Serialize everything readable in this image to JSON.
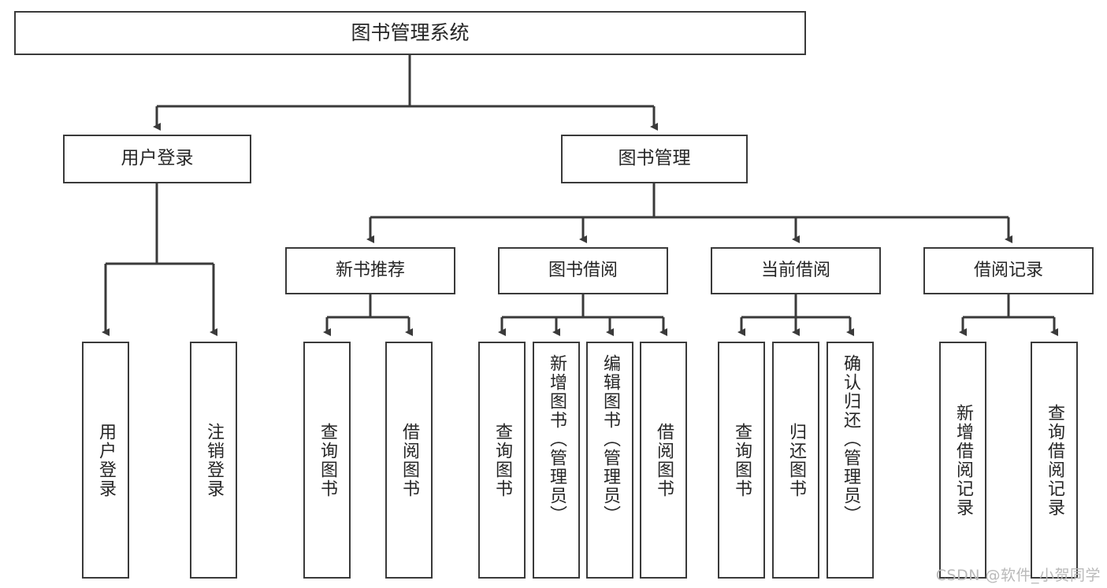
{
  "diagram": {
    "title": "图书管理系统",
    "type": "tree-hierarchy-chart",
    "root": {
      "id": "root",
      "label": "图书管理系统"
    },
    "level1": [
      {
        "id": "user-login",
        "label": "用户登录"
      },
      {
        "id": "book-manage",
        "label": "图书管理"
      }
    ],
    "level2": [
      {
        "id": "new-book-rec",
        "label": "新书推荐",
        "parent": "book-manage"
      },
      {
        "id": "book-borrow",
        "label": "图书借阅",
        "parent": "book-manage"
      },
      {
        "id": "current-borrow",
        "label": "当前借阅",
        "parent": "book-manage"
      },
      {
        "id": "borrow-record",
        "label": "借阅记录",
        "parent": "book-manage"
      }
    ],
    "leaves": [
      {
        "id": "leaf-user-login",
        "label": "用户登录",
        "parent": "user-login"
      },
      {
        "id": "leaf-logout",
        "label": "注销登录",
        "parent": "user-login"
      },
      {
        "id": "leaf-query-book-1",
        "label": "查询图书",
        "parent": "new-book-rec"
      },
      {
        "id": "leaf-borrow-book-1",
        "label": "借阅图书",
        "parent": "new-book-rec"
      },
      {
        "id": "leaf-query-book-2",
        "label": "查询图书",
        "parent": "book-borrow"
      },
      {
        "id": "leaf-add-book",
        "label": "新增图书（管理员）",
        "parent": "book-borrow"
      },
      {
        "id": "leaf-edit-book",
        "label": "编辑图书（管理员）",
        "parent": "book-borrow"
      },
      {
        "id": "leaf-borrow-book-2",
        "label": "借阅图书",
        "parent": "book-borrow"
      },
      {
        "id": "leaf-query-book-3",
        "label": "查询图书",
        "parent": "current-borrow"
      },
      {
        "id": "leaf-return-book",
        "label": "归还图书",
        "parent": "current-borrow"
      },
      {
        "id": "leaf-confirm-return",
        "label": "确认归还（管理员）",
        "parent": "current-borrow"
      },
      {
        "id": "leaf-add-record",
        "label": "新增借阅记录",
        "parent": "borrow-record"
      },
      {
        "id": "leaf-query-record",
        "label": "查询借阅记录",
        "parent": "borrow-record"
      }
    ]
  },
  "watermark": {
    "text": "CSDN @软件_小贺同学"
  },
  "colors": {
    "border": "#3a3a3a",
    "text": "#262626",
    "background": "#ffffff",
    "connector": "#3a3a3a",
    "watermark": "#b9b9b9"
  }
}
